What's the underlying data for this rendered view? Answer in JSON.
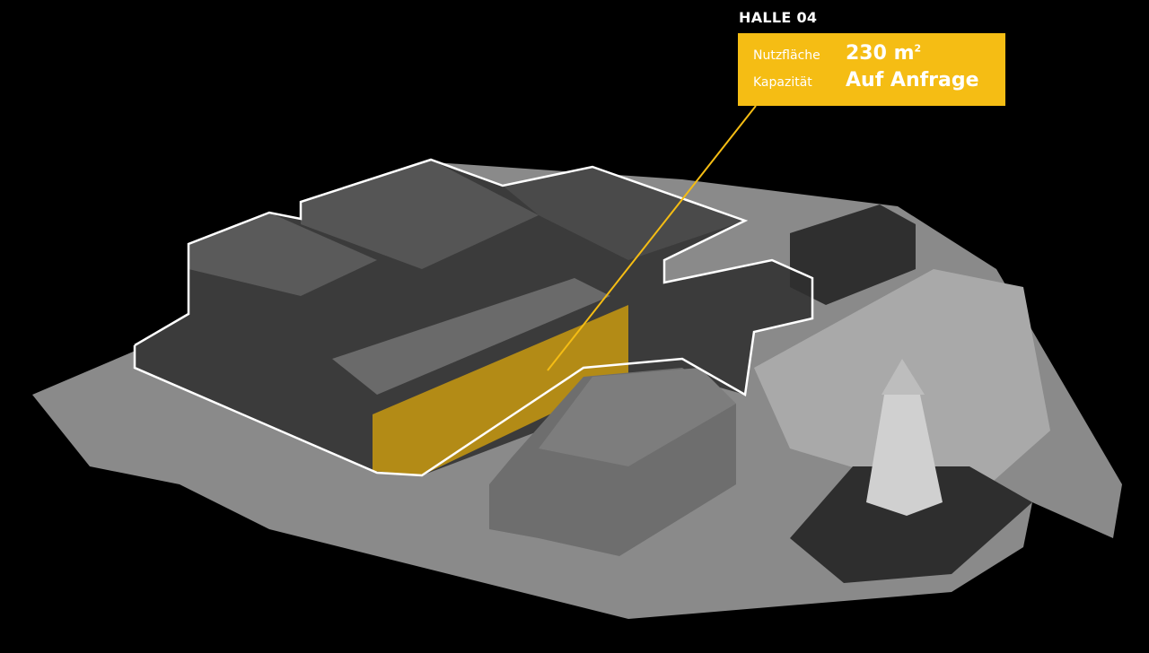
{
  "hall": {
    "title": "HALLE 04",
    "rows": [
      {
        "label": "Nutzfläche",
        "value": "230 m",
        "sup": "2"
      },
      {
        "label": "Kapazität",
        "value": "Auf Anfrage"
      }
    ]
  },
  "colors": {
    "accent": "#f5bd14",
    "outline": "#ffffff",
    "background": "#000000"
  }
}
